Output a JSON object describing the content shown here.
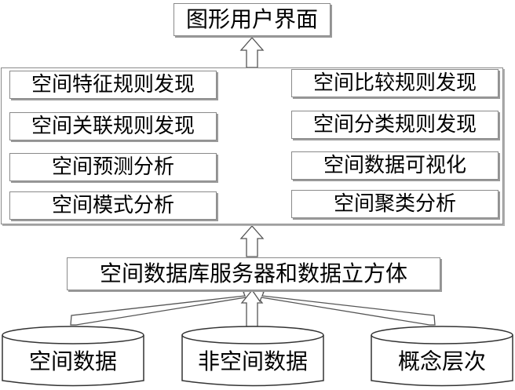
{
  "top": {
    "title": "图形用户界面"
  },
  "functions": {
    "left": [
      "空间特征规则发现",
      "空间关联规则发现",
      "空间预测分析",
      "空间模式分析"
    ],
    "right": [
      "空间比较规则发现",
      "空间分类规则发现",
      "空间数据可视化",
      "空间聚类分析"
    ]
  },
  "server": {
    "label": "空间数据库服务器和数据立方体"
  },
  "sources": [
    "空间数据",
    "非空间数据",
    "概念层次"
  ],
  "colors": {
    "border": "#8a8a8a",
    "fill": "#ffffff",
    "text": "#000000"
  }
}
